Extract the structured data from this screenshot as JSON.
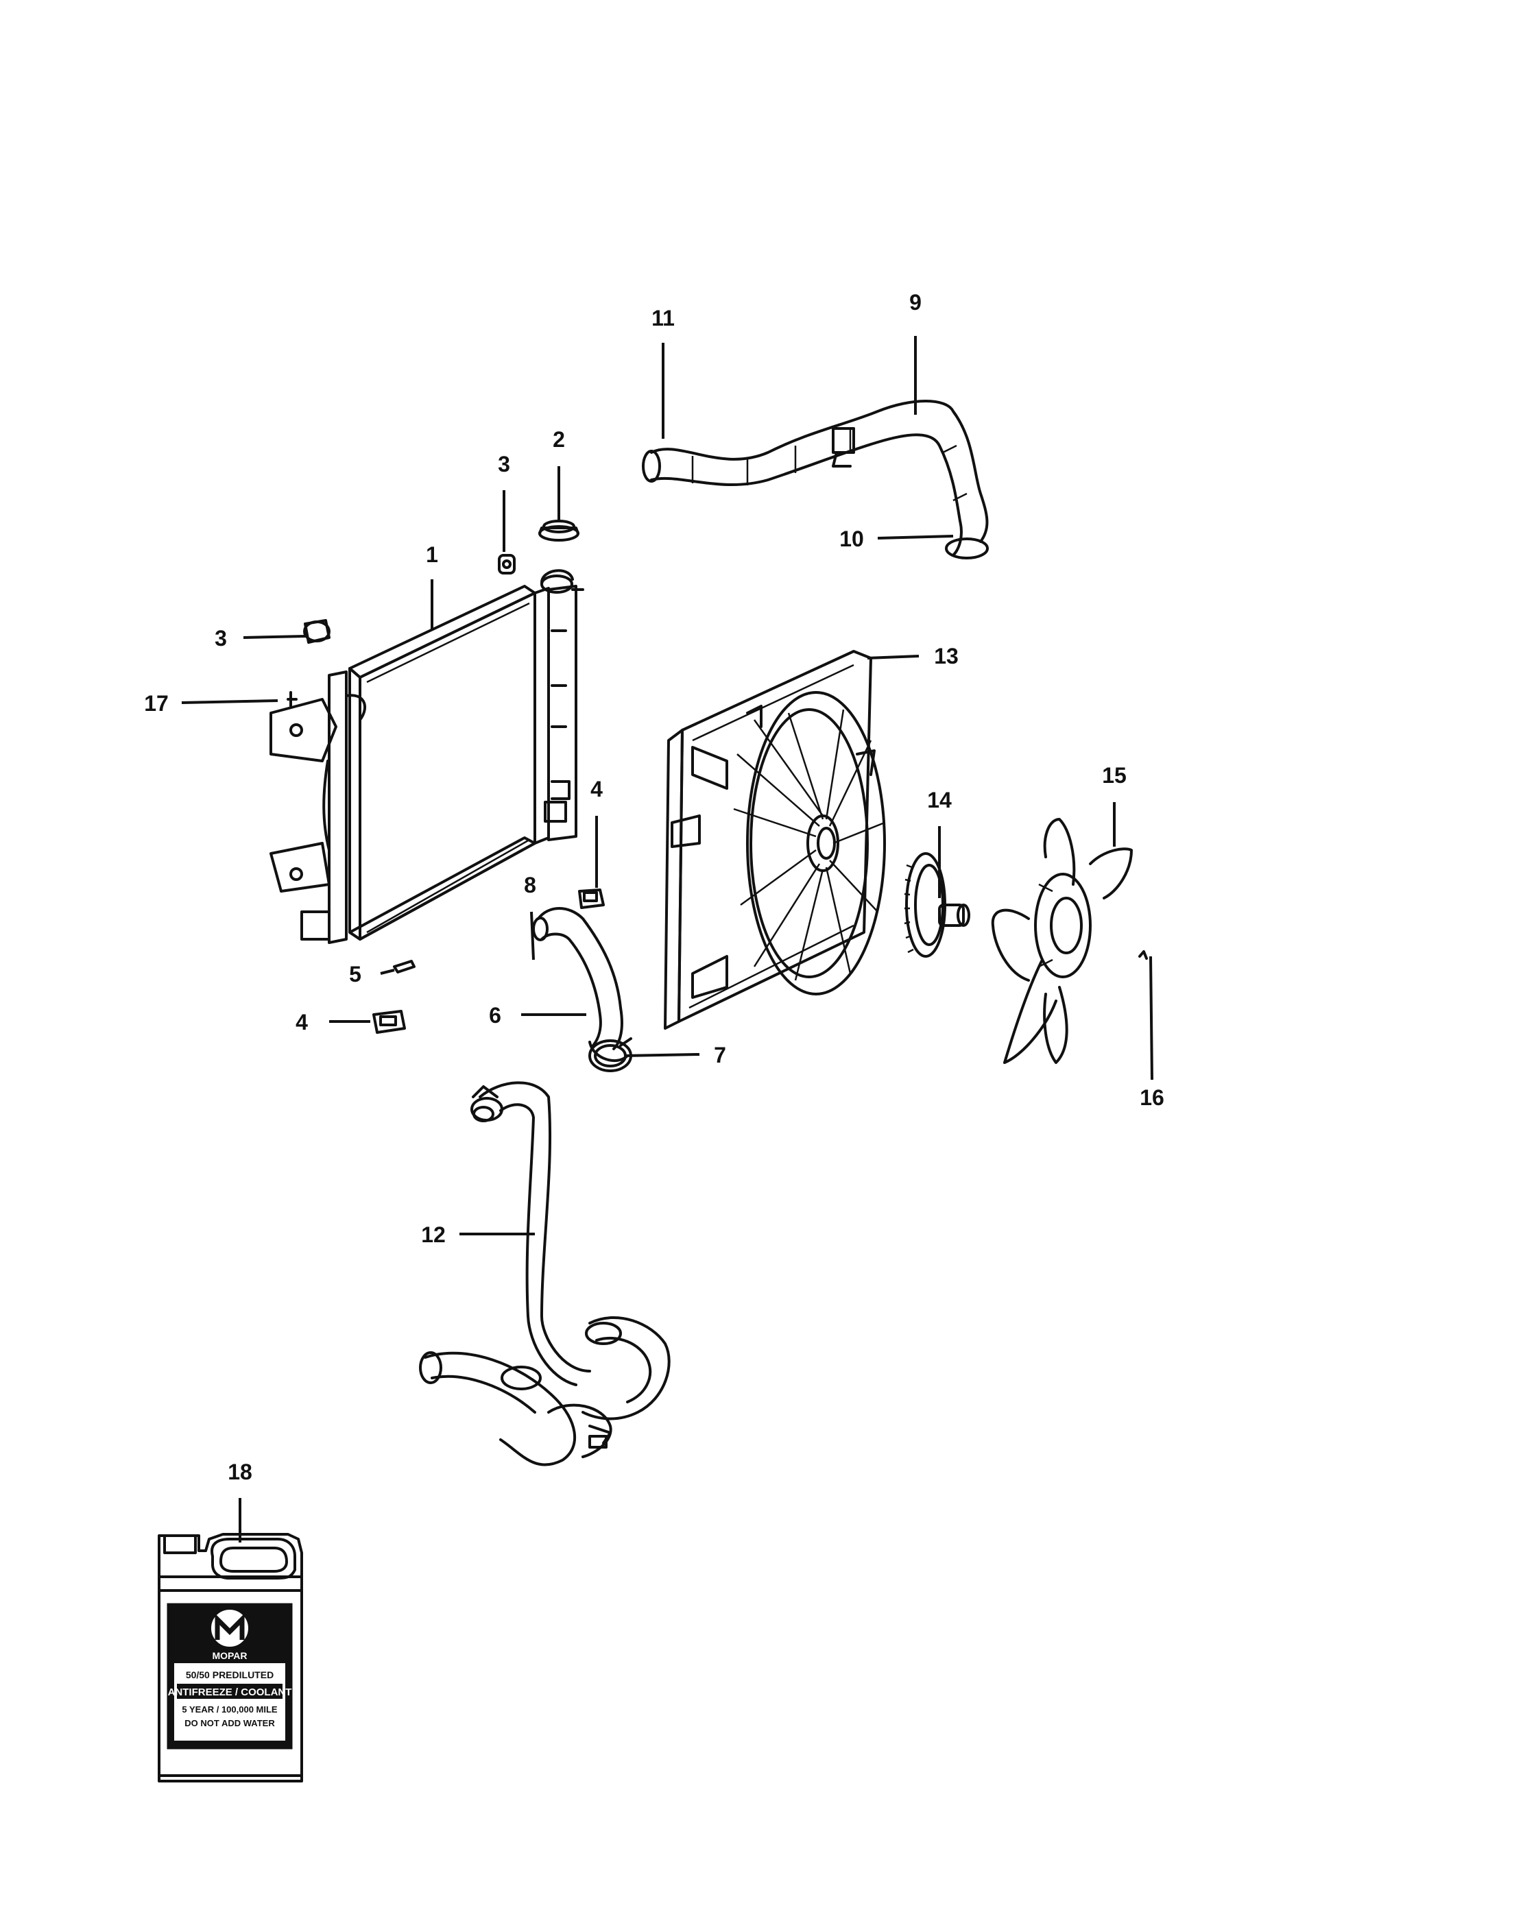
{
  "callouts": {
    "c1": "1",
    "c2": "2",
    "c3a": "3",
    "c3b": "3",
    "c4a": "4",
    "c4b": "4",
    "c5": "5",
    "c6": "6",
    "c7": "7",
    "c8": "8",
    "c9": "9",
    "c10": "10",
    "c11": "11",
    "c12": "12",
    "c13": "13",
    "c14": "14",
    "c15": "15",
    "c16": "16",
    "c17": "17",
    "c18": "18"
  },
  "jug_label": {
    "brand": "MOPAR",
    "line1": "50/50 PREDILUTED",
    "line2": "ANTIFREEZE / COOLANT",
    "line3": "5 YEAR / 100,000 MILE",
    "line4": "DO NOT ADD WATER"
  }
}
